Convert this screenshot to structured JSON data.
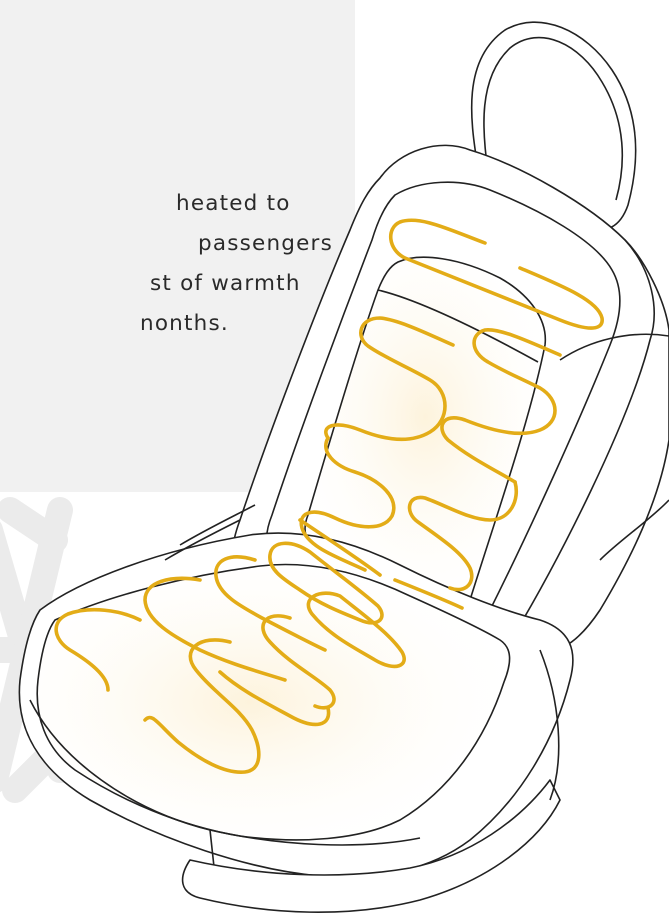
{
  "caption": {
    "lines": [
      "heated to",
      " passengers",
      "st of warmth",
      "nonths."
    ]
  },
  "colors": {
    "panel_bg": "#f1f1f1",
    "text": "#2a2a2a",
    "seat_outline": "#222222",
    "seat_fill": "#ffffff",
    "seat_glow": "#fdf3dc",
    "heating_coil": "#e3ac17",
    "snowflake": "#ebebeb"
  },
  "icons": {
    "decor": "snowflake-icon",
    "subject": "car-seat-illustration",
    "element": "heating-coil"
  }
}
